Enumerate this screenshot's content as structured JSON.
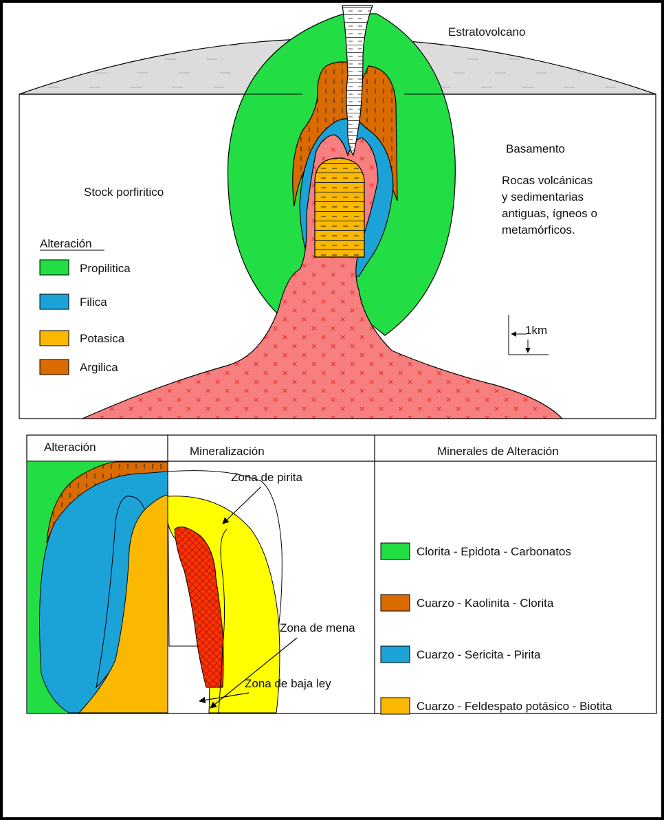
{
  "top_diagram": {
    "stratovolcano_label": "Estratovolcano",
    "basement_label": "Basamento",
    "basement_desc": [
      "Rocas volcánicas",
      "y sedimentarias",
      "antiguas, ígneos o",
      "metamórficos."
    ],
    "stock_label": "Stock porfiritico",
    "scale_label": "1km",
    "legend": {
      "title": "Alteración",
      "items": [
        {
          "label": "Propilitica",
          "color": "#22dd44"
        },
        {
          "label": "Filica",
          "color": "#1ba3d8"
        },
        {
          "label": "Potasica",
          "color": "#fbb800"
        },
        {
          "label": "Argilica",
          "color": "#d96b00"
        }
      ]
    }
  },
  "bottom_diagram": {
    "headers": [
      "Alteración",
      "Mineralización",
      "Minerales de Alteración"
    ],
    "zones": [
      "Zona de pirita",
      "Zona de mena",
      "Zona de baja ley"
    ],
    "minerals": [
      {
        "label": "Clorita - Epidota - Carbonatos",
        "color": "#22dd44"
      },
      {
        "label": "Cuarzo - Kaolinita - Clorita",
        "color": "#d96b00"
      },
      {
        "label": "Cuarzo - Sericita - Pirita",
        "color": "#1ba3d8"
      },
      {
        "label": "Cuarzo - Feldespato potásico - Biotita",
        "color": "#fbb800"
      }
    ]
  },
  "colors": {
    "propilitica": "#22dd44",
    "filica": "#1ba3d8",
    "potasica": "#fbb800",
    "argilica": "#d96b00",
    "stock": "#f77f7f",
    "stratovolcano": "#dcdcdc",
    "pyrite_zone": "#ffff00",
    "ore_zone": "#ff3300"
  }
}
